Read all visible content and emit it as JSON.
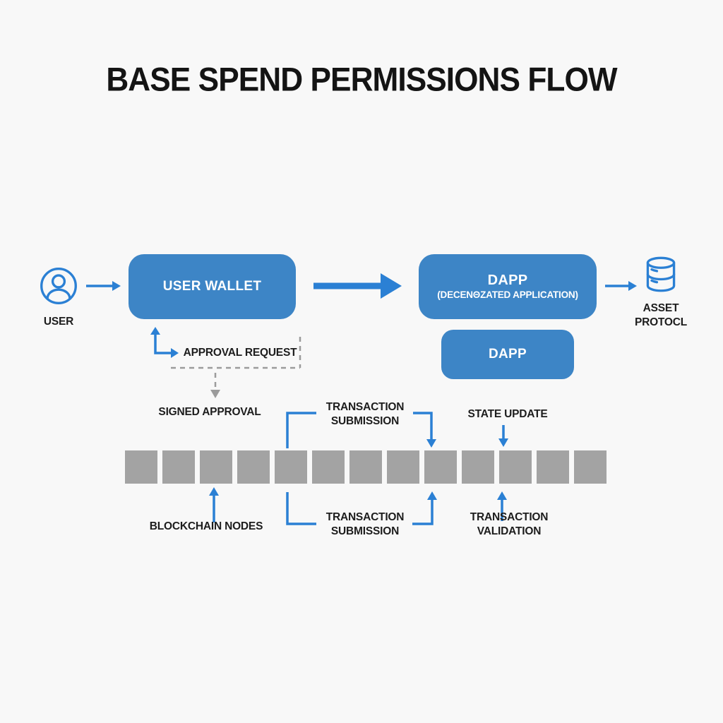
{
  "title": "BASE SPEND PERMISSIONS FLOW",
  "colors": {
    "background": "#f8f8f8",
    "box_blue": "#3d85c6",
    "arrow_blue": "#2b80d4",
    "dashed_gray": "#9b9b9b",
    "node_gray": "#a3a3a3",
    "text_dark": "#1d1d1d"
  },
  "actors": {
    "user": {
      "label": "USER",
      "icon": "user-icon"
    },
    "user_wallet": {
      "label": "USER WALLET"
    },
    "dapp_main": {
      "title": "DAPP",
      "subtitle": "(DECENΘZATED APPLICATION)"
    },
    "dapp_secondary": {
      "label": "DAPP"
    },
    "asset_protocol": {
      "label": "ASSET PROTOCL",
      "icon": "database-icon"
    }
  },
  "flow_labels": {
    "approval_request": "APPROVAL REQUEST",
    "signed_approval": "SIGNED APPROVAL",
    "transaction_submission_top": "TRANSACTION SUBMISSION",
    "state_update": "STATE UPDATE",
    "blockchain_nodes": "BLOCKCHAIN NODES",
    "transaction_submission_bottom": "TRANSACTION SUBMISSION",
    "transaction_validation": "TRANSACTION VALIDATION"
  },
  "nodes_row": {
    "count": 13
  }
}
